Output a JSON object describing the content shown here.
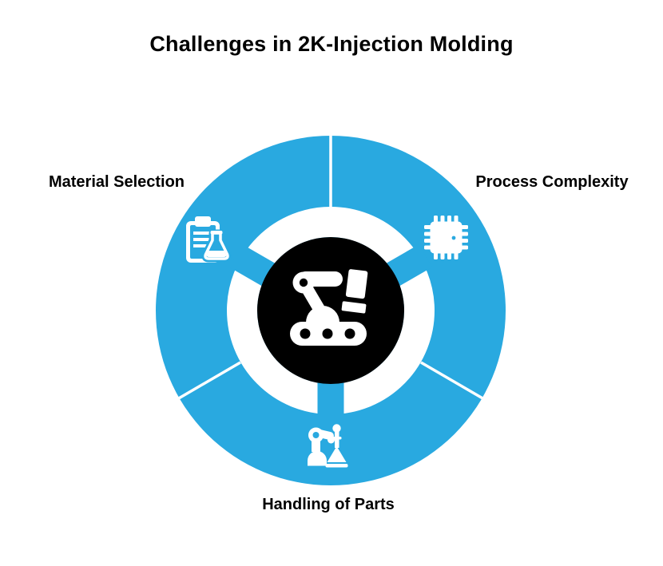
{
  "title": "Challenges in 2K-Injection Molding",
  "diagram": {
    "type": "cycle-donut",
    "center_icon": "robot-arm-conveyor",
    "segments": [
      {
        "label": "Material Selection",
        "icon": "clipboard-flask",
        "position": "upper-left"
      },
      {
        "label": "Process Complexity",
        "icon": "microchip",
        "position": "upper-right"
      },
      {
        "label": "Handling of Parts",
        "icon": "robot-gripper",
        "position": "bottom"
      }
    ]
  },
  "colors": {
    "segment_blue": "#29A9E0",
    "center_black": "#000000",
    "icon_white": "#FFFFFF",
    "text": "#000000",
    "background": "#FFFFFF"
  }
}
